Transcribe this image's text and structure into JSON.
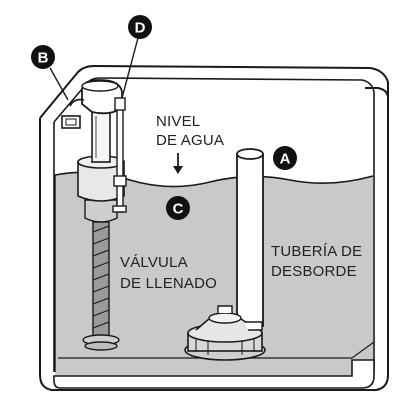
{
  "labels": {
    "water_level_line1": "NIVEL",
    "water_level_line2": "DE AGUA",
    "fill_valve_line1": "VÁLVULA",
    "fill_valve_line2": "DE LLENADO",
    "overflow_line1": "TUBERÍA DE",
    "overflow_line2": "DESBORDE"
  },
  "callouts": {
    "a": "A",
    "b": "B",
    "c": "C",
    "d": "D"
  },
  "colors": {
    "water": "#c9c9c9",
    "tank_wall": "#ffffff",
    "outline": "#1a1a1a",
    "badge": "#111111"
  }
}
